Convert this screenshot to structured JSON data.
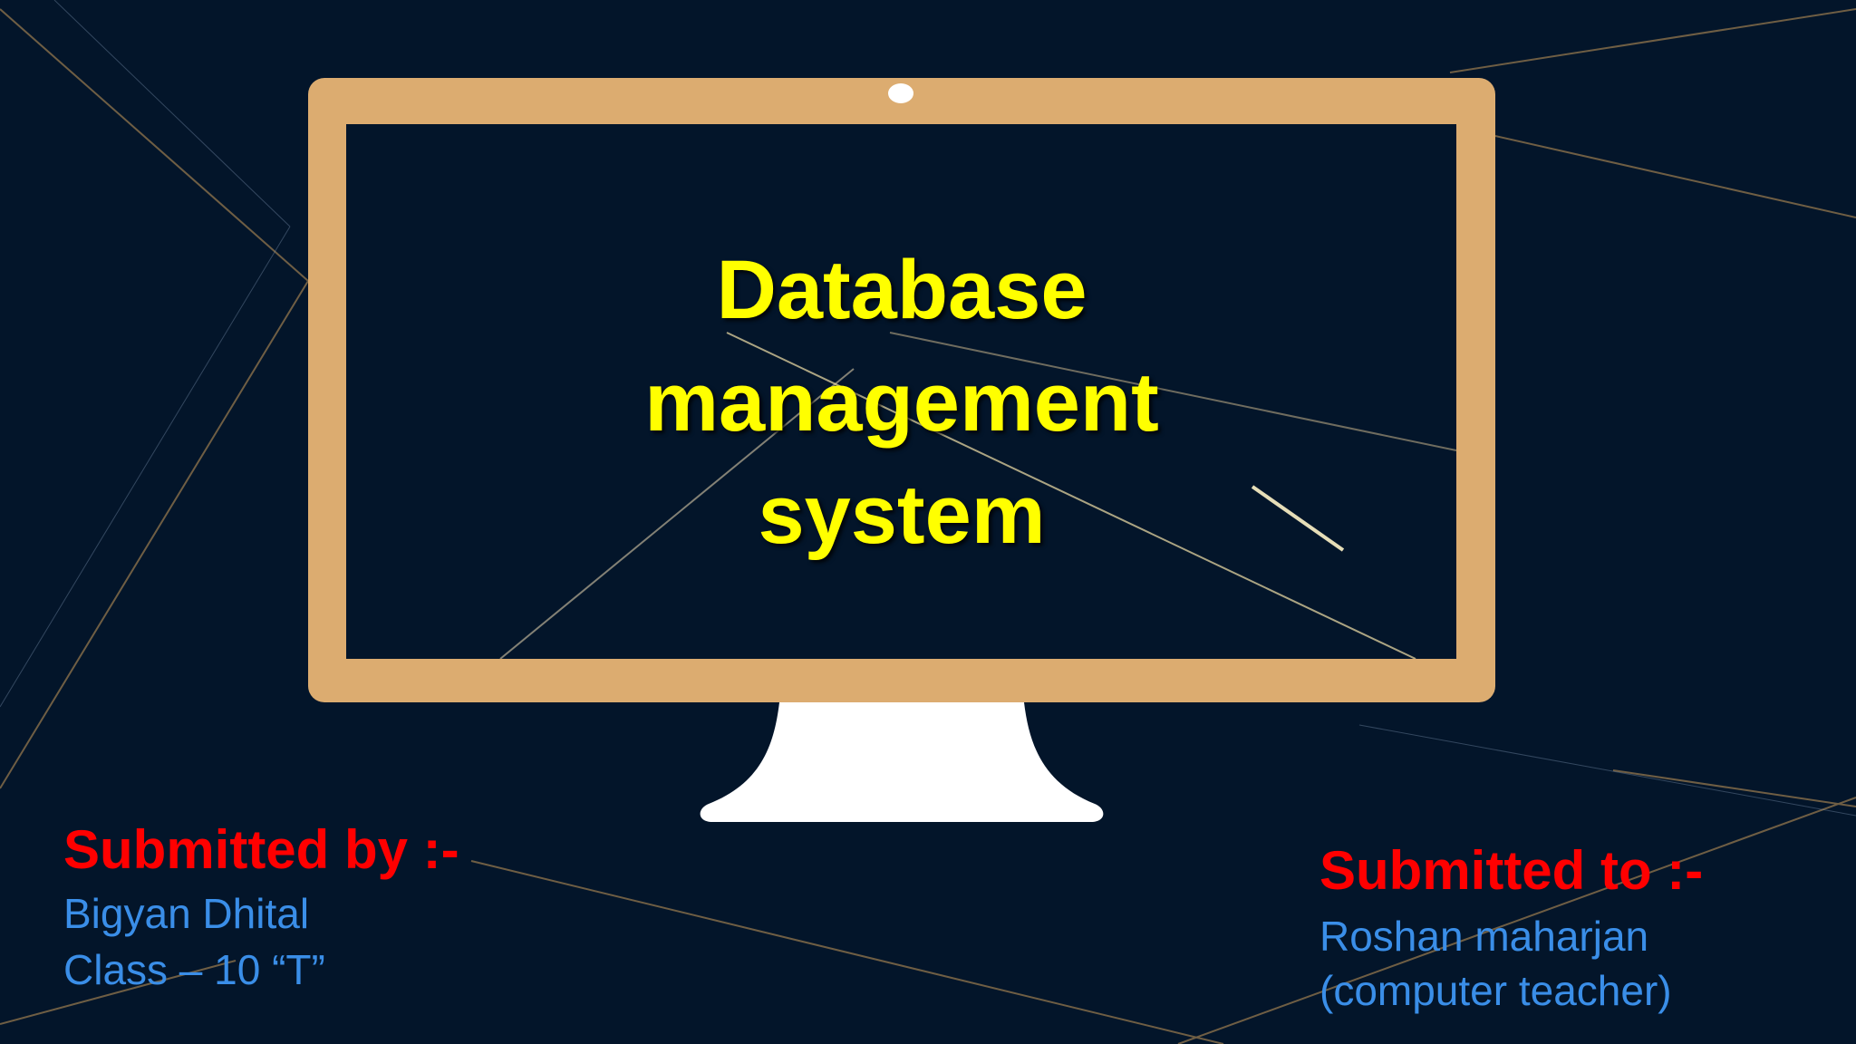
{
  "slide": {
    "title_lines": [
      "Database",
      "management",
      "system"
    ],
    "submitted_by": {
      "heading": "Submitted by :-",
      "name": "Bigyan Dhital",
      "class": "Class – 10 “T”"
    },
    "submitted_to": {
      "heading": "Submitted to :-",
      "name": "Roshan maharjan",
      "role": "(computer teacher)"
    }
  },
  "colors": {
    "background": "#03152a",
    "monitor_frame": "#dcac70",
    "title_text": "#ffff00",
    "heading_text": "#ff0000",
    "detail_text": "#3a8ee8"
  },
  "icons": [
    "monitor-icon",
    "webcam-icon",
    "monitor-stand-icon"
  ]
}
